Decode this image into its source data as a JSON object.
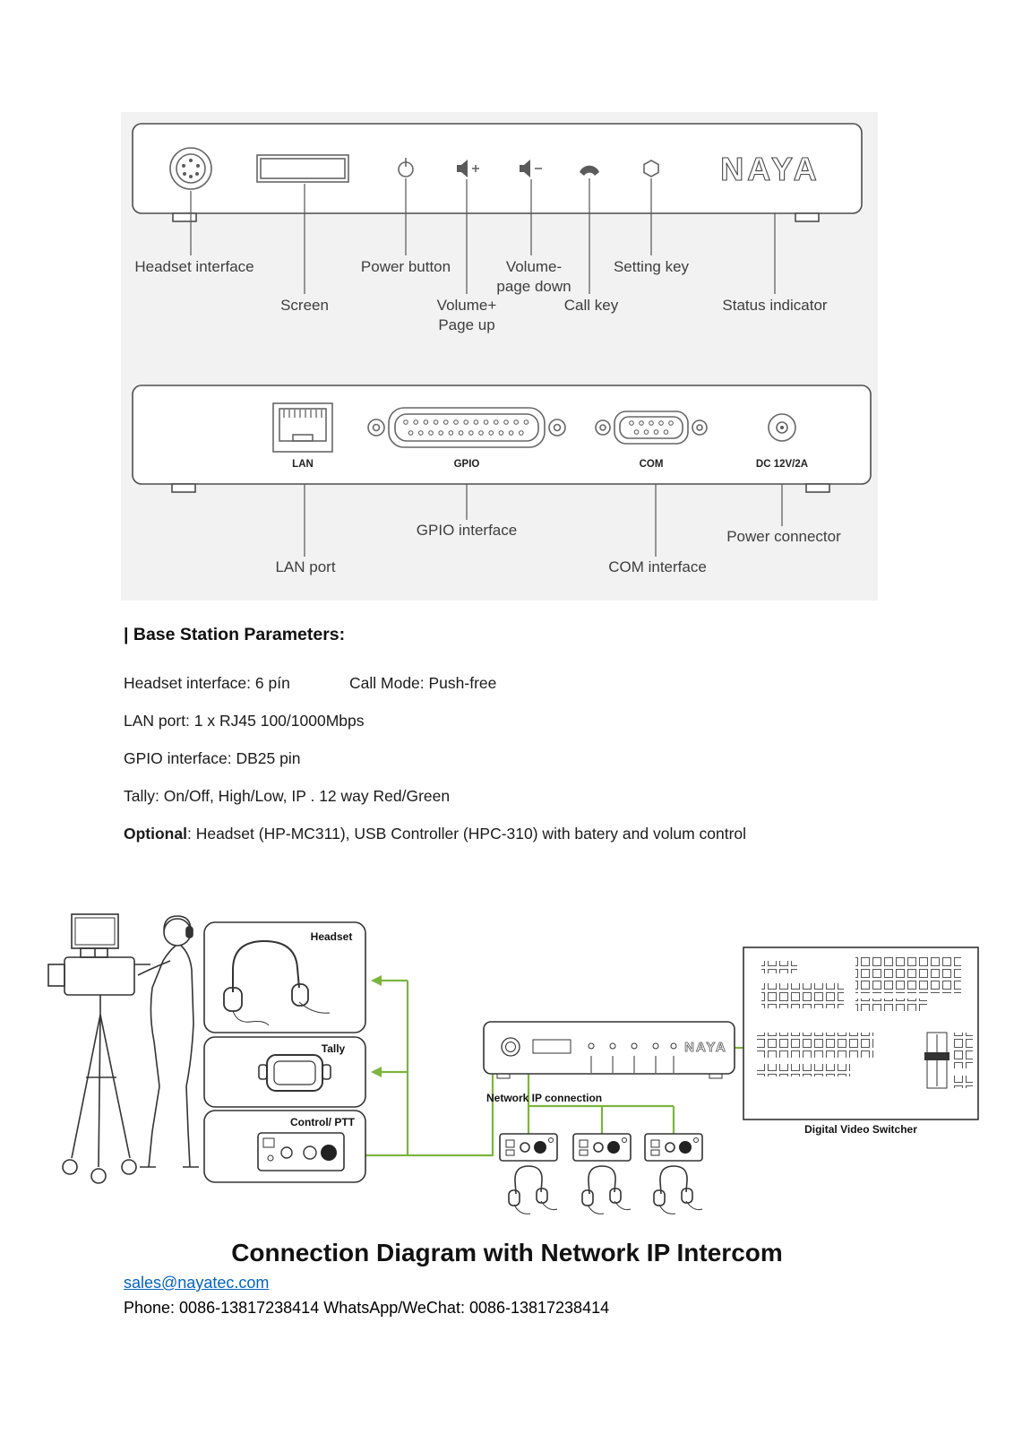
{
  "colors": {
    "green": "#7cb53e",
    "link": "#0563c1"
  },
  "figure_panels": {
    "front": {
      "logo": "NAYA",
      "labels": {
        "headset_interface": "Headset interface",
        "screen": "Screen",
        "power_button": "Power button",
        "volume_up_1": "Volume+",
        "volume_up_2": "Page up",
        "volume_down_1": "Volume-",
        "volume_down_2": "page down",
        "call_key": "Call key",
        "setting_key": "Setting key",
        "status_indicator": "Status indicator"
      }
    },
    "rear": {
      "ports": {
        "lan": "LAN",
        "gpio": "GPIO",
        "com": "COM",
        "dc": "DC 12V/2A"
      },
      "labels": {
        "gpio_interface": "GPIO interface",
        "power_connector": "Power connector",
        "lan_port": "LAN port",
        "com_interface": "COM interface"
      }
    }
  },
  "parameters": {
    "heading": "| Base Station Parameters:",
    "line1_left": "Headset interface: 6 pín",
    "line1_right": "Call Mode: Push-free",
    "line2": "LAN port: 1 x RJ45 100/1000Mbps",
    "line3": "GPIO interface: DB25 pin",
    "line4": "Tally: On/Off, High/Low, IP . 12 way Red/Green",
    "line5_bold": "Optional",
    "line5_rest": ": Headset (HP-MC311), USB Controller (HPC-310) with batery and volum control"
  },
  "connection_diagram": {
    "headset_box": "Headset",
    "tally_box": "Tally",
    "control_box": "Control/ PTT",
    "network_label": "Network IP connection",
    "switcher_label": "Digital Video Switcher",
    "station_logo": "NAYA",
    "title": "Connection Diagram with Network IP Intercom"
  },
  "footer": {
    "email": "sales@nayatec.com",
    "phone_line": "Phone: 0086-13817238414 WhatsApp/WeChat: 0086-13817238414"
  }
}
